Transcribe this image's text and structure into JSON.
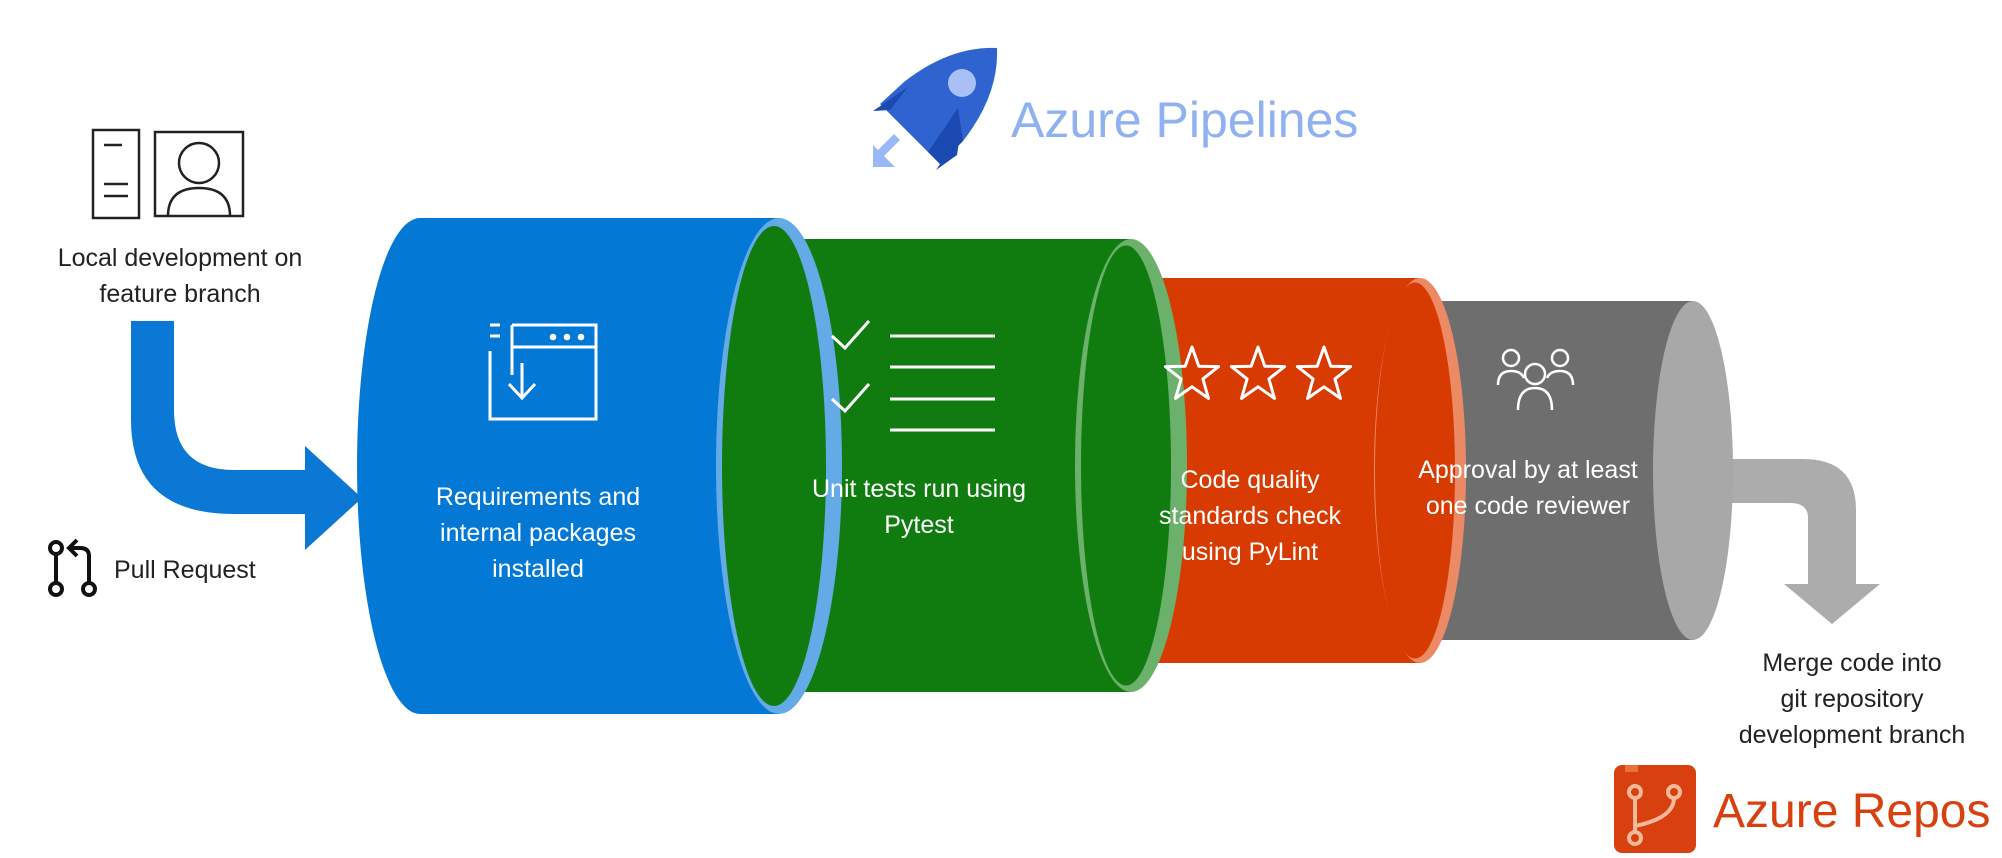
{
  "brands": {
    "pipelines": {
      "name": "Azure Pipelines",
      "color": "#8fb1f2",
      "logo": "rocket-icon"
    },
    "repos": {
      "name": "Azure Repos",
      "color": "#d8400f",
      "logo": "git-branch-icon"
    }
  },
  "start": {
    "label_line1": "Local development on",
    "label_line2": "feature branch",
    "pull_request": "Pull Request",
    "icons": [
      "developer-workstation-icon",
      "pull-request-icon"
    ]
  },
  "stages": [
    {
      "id": "install",
      "line1": "Requirements and",
      "line2": "internal packages",
      "line3": "installed",
      "color": "#0378d4",
      "rim": "#63aae6",
      "icon": "download-window-icon"
    },
    {
      "id": "tests",
      "line1": "Unit tests run using",
      "line2": "Pytest",
      "color": "#107c10",
      "rim": "#6bb06b",
      "icon": "checklist-icon"
    },
    {
      "id": "quality",
      "line1": "Code quality",
      "line2": "standards check",
      "line3": "using PyLint",
      "color": "#d83b01",
      "rim": "#ec8a66",
      "icon": "stars-icon"
    },
    {
      "id": "review",
      "line1": "Approval by at least",
      "line2": "one code reviewer",
      "color": "#6e6e6e",
      "rim": "#a8a8a8",
      "icon": "people-group-icon"
    }
  ],
  "end": {
    "line1": "Merge code into",
    "line2": "git repository",
    "line3": "development branch"
  }
}
